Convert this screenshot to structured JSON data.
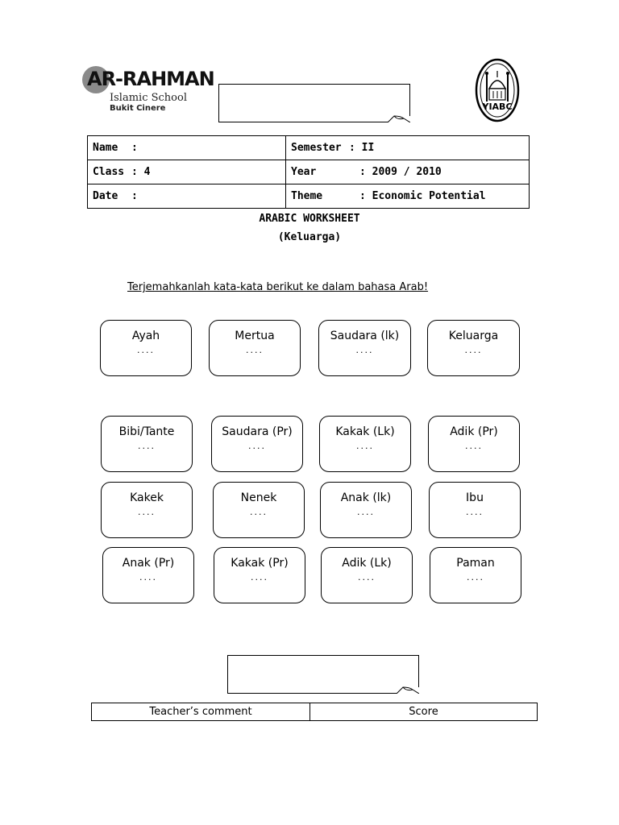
{
  "header": {
    "logo": {
      "main": "AR-RAHMAN",
      "sub": "Islamic School",
      "location": "Bukit Cinere"
    },
    "emblem": {
      "label": "YIABC",
      "icon": "mosque-icon"
    }
  },
  "info": {
    "name_label": "Name",
    "name_value": ":",
    "semester_label": "Semester",
    "semester_value": ": II",
    "class_label": "Class",
    "class_value": ": 4",
    "year_label": "Year",
    "year_value": ": 2009 / 2010",
    "date_label": "Date",
    "date_value": ":",
    "theme_label": "Theme",
    "theme_value": ": Economic Potential"
  },
  "title": "ARABIC WORKSHEET",
  "subtitle": "(Keluarga)",
  "instruction": "Terjemahkanlah kata-kata berikut ke dalam bahasa Arab!",
  "words": [
    {
      "word": "Ayah",
      "dots": "...."
    },
    {
      "word": "Mertua",
      "dots": "...."
    },
    {
      "word": "Saudara (lk)",
      "dots": "...."
    },
    {
      "word": "Keluarga",
      "dots": "...."
    },
    {
      "word": "Bibi/Tante",
      "dots": "...."
    },
    {
      "word": "Saudara (Pr)",
      "dots": "...."
    },
    {
      "word": "Kakak (Lk)",
      "dots": "...."
    },
    {
      "word": "Adik (Pr)",
      "dots": "...."
    },
    {
      "word": "Kakek",
      "dots": "...."
    },
    {
      "word": "Nenek",
      "dots": "...."
    },
    {
      "word": "Anak (lk)",
      "dots": "...."
    },
    {
      "word": "Ibu",
      "dots": "...."
    },
    {
      "word": "Anak (Pr)",
      "dots": "...."
    },
    {
      "word": "Kakak (Pr)",
      "dots": "...."
    },
    {
      "word": "Adik (Lk)",
      "dots": "...."
    },
    {
      "word": "Paman",
      "dots": "...."
    }
  ],
  "footer": {
    "teacher_comment": "Teacher’s comment",
    "score": "Score"
  }
}
